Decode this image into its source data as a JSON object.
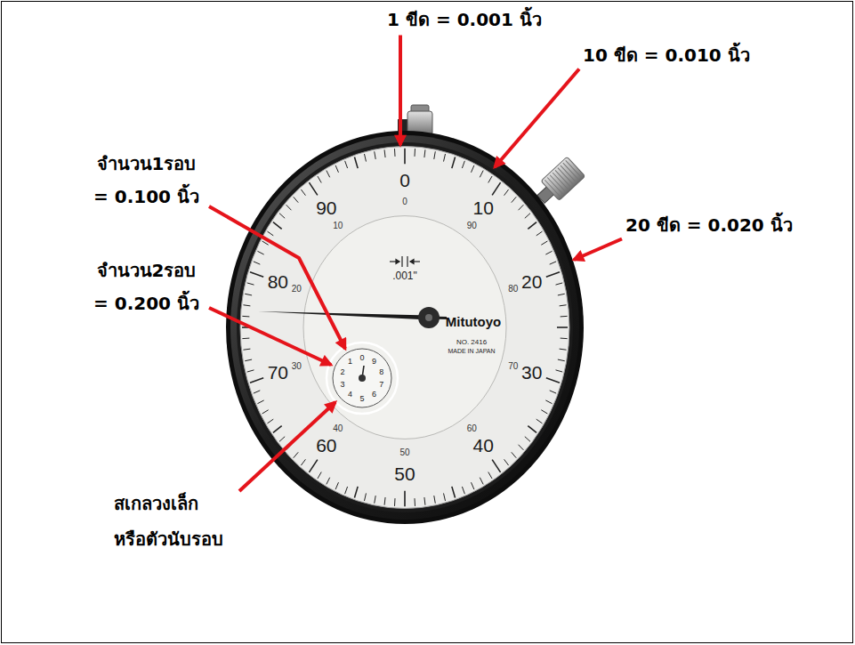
{
  "diagram": {
    "labels": [
      "1 ขีด = 0.001 นิ้ว",
      "10 ขีด = 0.010 นิ้ว",
      "จำนวน1รอบ = 0.100 นิ้ว",
      "20 ขีด = 0.020 นิ้ว",
      "จำนวน2รอบ = 0.200 นิ้ว",
      "สเกลวงเล็ก หรือตัวนับรอบ",
      "0",
      "10",
      "20",
      "30",
      "40",
      "50",
      "60",
      "70",
      "80",
      "90",
      "0",
      "90",
      "80",
      "70",
      "60",
      "50",
      "40",
      "30",
      "20",
      "10",
      ".001\"",
      "Mitutoyo",
      "NO. 2416",
      "MADE IN JAPAN",
      "0",
      "1",
      "2",
      "3",
      "4",
      "5",
      "6",
      "7",
      "8",
      "9"
    ]
  }
}
